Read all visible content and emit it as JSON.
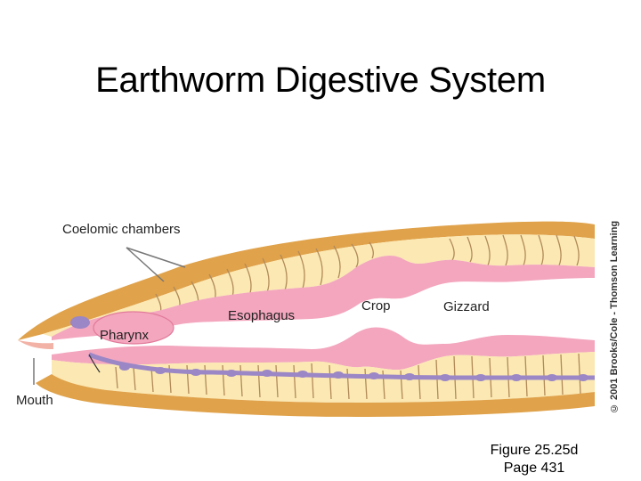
{
  "title": "Earthworm Digestive System",
  "labels": {
    "coelomic_chambers": "Coelomic chambers",
    "esophagus": "Esophagus",
    "crop": "Crop",
    "gizzard": "Gizzard",
    "pharynx": "Pharynx",
    "mouth": "Mouth"
  },
  "copyright": "© 2001 Brooks/Cole - Thomson Learning",
  "caption": {
    "figure": "Figure 25.25d",
    "page": "Page 431"
  },
  "colors": {
    "body_wall": "#e0a24a",
    "coelom": "#fbe8b2",
    "gut": "#f3a6be",
    "gut_wall": "#e27a9a",
    "nerve_cord": "#9b86c6",
    "septa": "#b28a5a"
  }
}
